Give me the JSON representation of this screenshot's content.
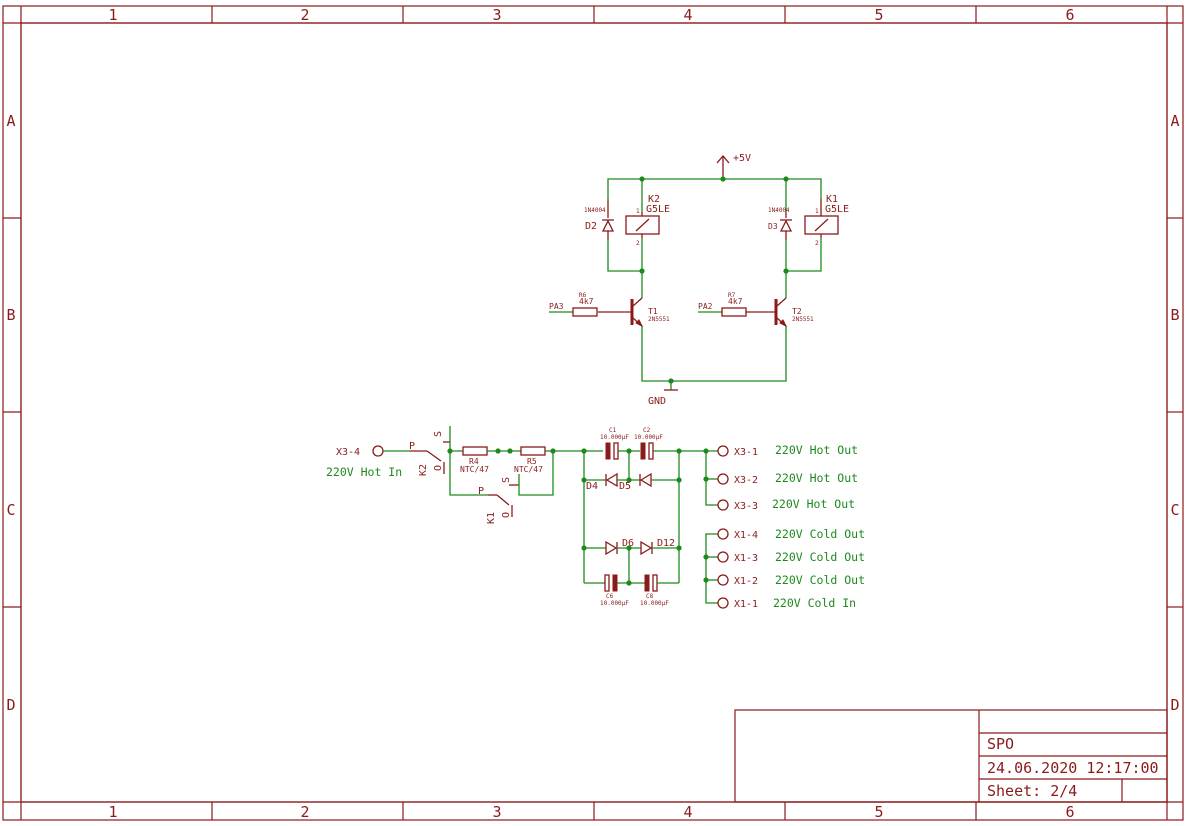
{
  "frame": {
    "columns": [
      "1",
      "2",
      "3",
      "4",
      "5",
      "6"
    ],
    "rows": [
      "A",
      "B",
      "C",
      "D"
    ]
  },
  "title_block": {
    "name": "SPO",
    "datetime": "24.06.2020 12:17:00",
    "sheet": "Sheet: 2/4"
  },
  "supply": {
    "vcc": "+5V",
    "gnd": "GND"
  },
  "relays": {
    "k2": {
      "name": "K2",
      "model": "G5LE",
      "pin1": "1",
      "pin2": "2",
      "contact_p": "P",
      "contact_s": "S",
      "contact_o": "O"
    },
    "k1": {
      "name": "K1",
      "model": "G5LE",
      "pin1": "1",
      "pin2": "2",
      "contact_p": "P",
      "contact_s": "S",
      "contact_o": "O"
    }
  },
  "diodes": {
    "d2": {
      "name": "D2",
      "value": "1N4004"
    },
    "d3": {
      "name": "D3",
      "value": "1N4004"
    },
    "d4": "D4",
    "d5": "D5",
    "d6": "D6",
    "d12": "D12"
  },
  "transistors": {
    "t1": {
      "name": "T1",
      "value": "2N5551"
    },
    "t2": {
      "name": "T2",
      "value": "2N5551"
    }
  },
  "resistors": {
    "r6": {
      "name": "R6",
      "value": "4k7",
      "net": "PA3"
    },
    "r7": {
      "name": "R7",
      "value": "4k7",
      "net": "PA2"
    },
    "r4": {
      "name": "R4",
      "value": "NTC/47"
    },
    "r5": {
      "name": "R5",
      "value": "NTC/47"
    }
  },
  "capacitors": {
    "c1": {
      "name": "C1",
      "value": "10.000µF"
    },
    "c2": {
      "name": "C2",
      "value": "10.000µF"
    },
    "c6": {
      "name": "C6",
      "value": "10.000µF"
    },
    "c8": {
      "name": "C8",
      "value": "10.000µF"
    }
  },
  "connectors": {
    "x3_4": {
      "name": "X3-4",
      "label": "220V Hot In"
    },
    "x3_1": {
      "name": "X3-1",
      "label": "220V Hot Out"
    },
    "x3_2": {
      "name": "X3-2",
      "label": "220V Hot Out"
    },
    "x3_3": {
      "name": "X3-3",
      "label": "220V Hot Out"
    },
    "x1_4": {
      "name": "X1-4",
      "label": "220V Cold Out"
    },
    "x1_3": {
      "name": "X1-3",
      "label": "220V Cold Out"
    },
    "x1_2": {
      "name": "X1-2",
      "label": "220V Cold Out"
    },
    "x1_1": {
      "name": "X1-1",
      "label": "220V Cold In"
    }
  }
}
